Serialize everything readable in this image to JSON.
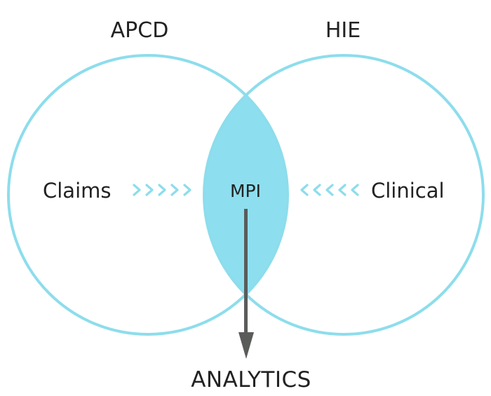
{
  "diagram": {
    "type": "venn",
    "sets": [
      {
        "id": "left",
        "title": "APCD",
        "label": "Claims"
      },
      {
        "id": "right",
        "title": "HIE",
        "label": "Clinical"
      }
    ],
    "intersection_label": "MPI",
    "output_label": "ANALYTICS",
    "colors": {
      "circle_stroke": "#8DDDEC",
      "intersection_fill": "#8DDFEF",
      "chevron": "#8DDDEC",
      "arrow": "#5A5C5A",
      "text": "#222222"
    }
  }
}
